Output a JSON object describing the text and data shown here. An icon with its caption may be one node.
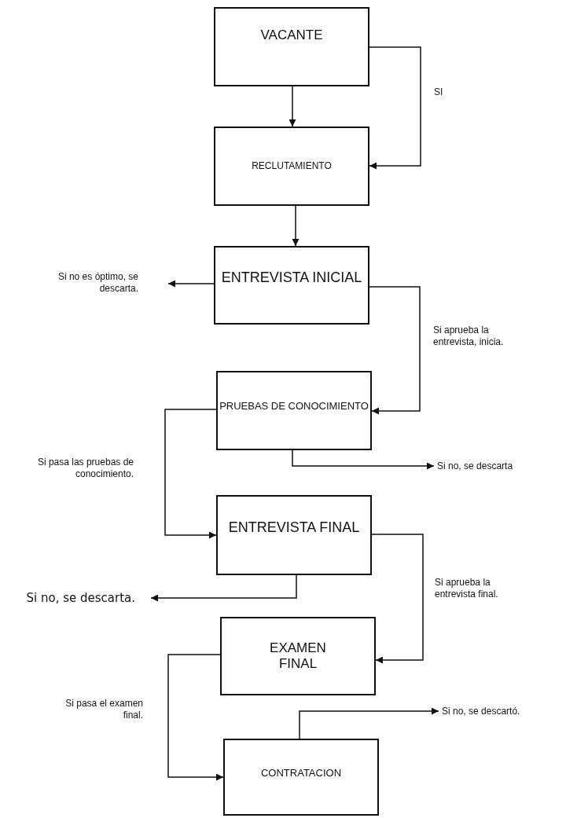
{
  "diagram": {
    "nodes": [
      {
        "text": [
          "VACANTE"
        ]
      },
      {
        "text": [
          "RECLUTAMIENTO"
        ]
      },
      {
        "text": [
          "ENTREVISTA INICIAL"
        ]
      },
      {
        "text": [
          "PRUEBAS DE CONOCIMIENTO"
        ]
      },
      {
        "text": [
          "ENTREVISTA FINAL"
        ]
      },
      {
        "text": [
          "EXAMEN FINAL"
        ]
      },
      {
        "text": [
          "CONTRATACION"
        ]
      },
      {
        "text": [
          "Si no es óptimo, se descarta."
        ]
      },
      {
        "text": [
          "Si no, se descarta"
        ]
      },
      {
        "text": [
          "Si no, se descarta."
        ]
      },
      {
        "text": [
          "Si no, se descartó."
        ]
      }
    ],
    "edges": [
      {
        "from": 0,
        "to": 1,
        "arrow": "to"
      },
      {
        "from": 0,
        "to": 1,
        "arrow": "to",
        "label": "SI"
      },
      {
        "from": 1,
        "to": 2,
        "arrow": "to"
      },
      {
        "from": 2,
        "to": 7,
        "arrow": "to"
      },
      {
        "from": 2,
        "to": 3,
        "arrow": "to",
        "label": "Si aprueba la entrevista, inicia."
      },
      {
        "from": 3,
        "to": 8,
        "arrow": "to"
      },
      {
        "from": 3,
        "to": 4,
        "arrow": "to",
        "label": "Si pasa las pruebas de conocimiento."
      },
      {
        "from": 4,
        "to": 9,
        "arrow": "to"
      },
      {
        "from": 4,
        "to": 5,
        "arrow": "to",
        "label": "Si aprueba la entrevista final."
      },
      {
        "from": 5,
        "to": 6,
        "arrow": "to",
        "label": "Si pasa el examen final."
      },
      {
        "from": 6,
        "to": 10,
        "arrow": "to"
      }
    ]
  }
}
